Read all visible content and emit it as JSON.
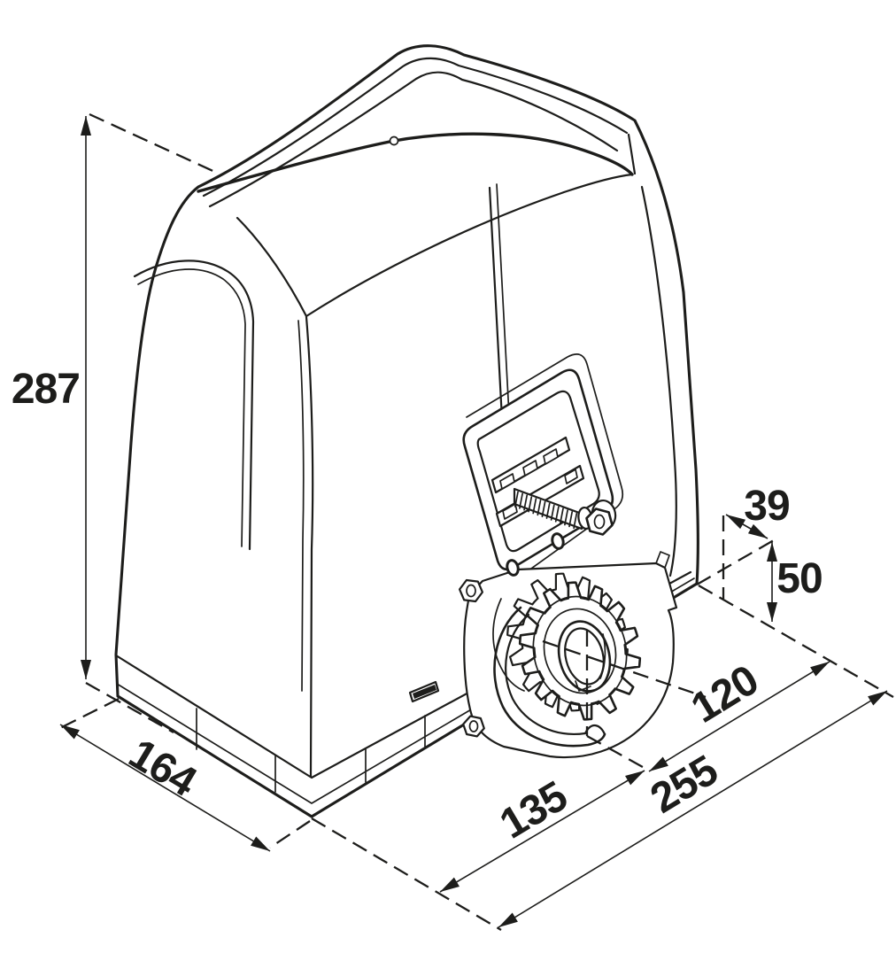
{
  "drawing": {
    "type": "isometric technical dimension drawing",
    "subject": "sliding gate motor with drive pinion",
    "background": "#ffffff",
    "line_color": "#1d1d1b"
  },
  "dimensions": {
    "height": "287",
    "depth": "164",
    "pinion_offset": "39",
    "pinion_height": "50",
    "width_rear": "120",
    "width_front": "135",
    "width_total": "255"
  }
}
